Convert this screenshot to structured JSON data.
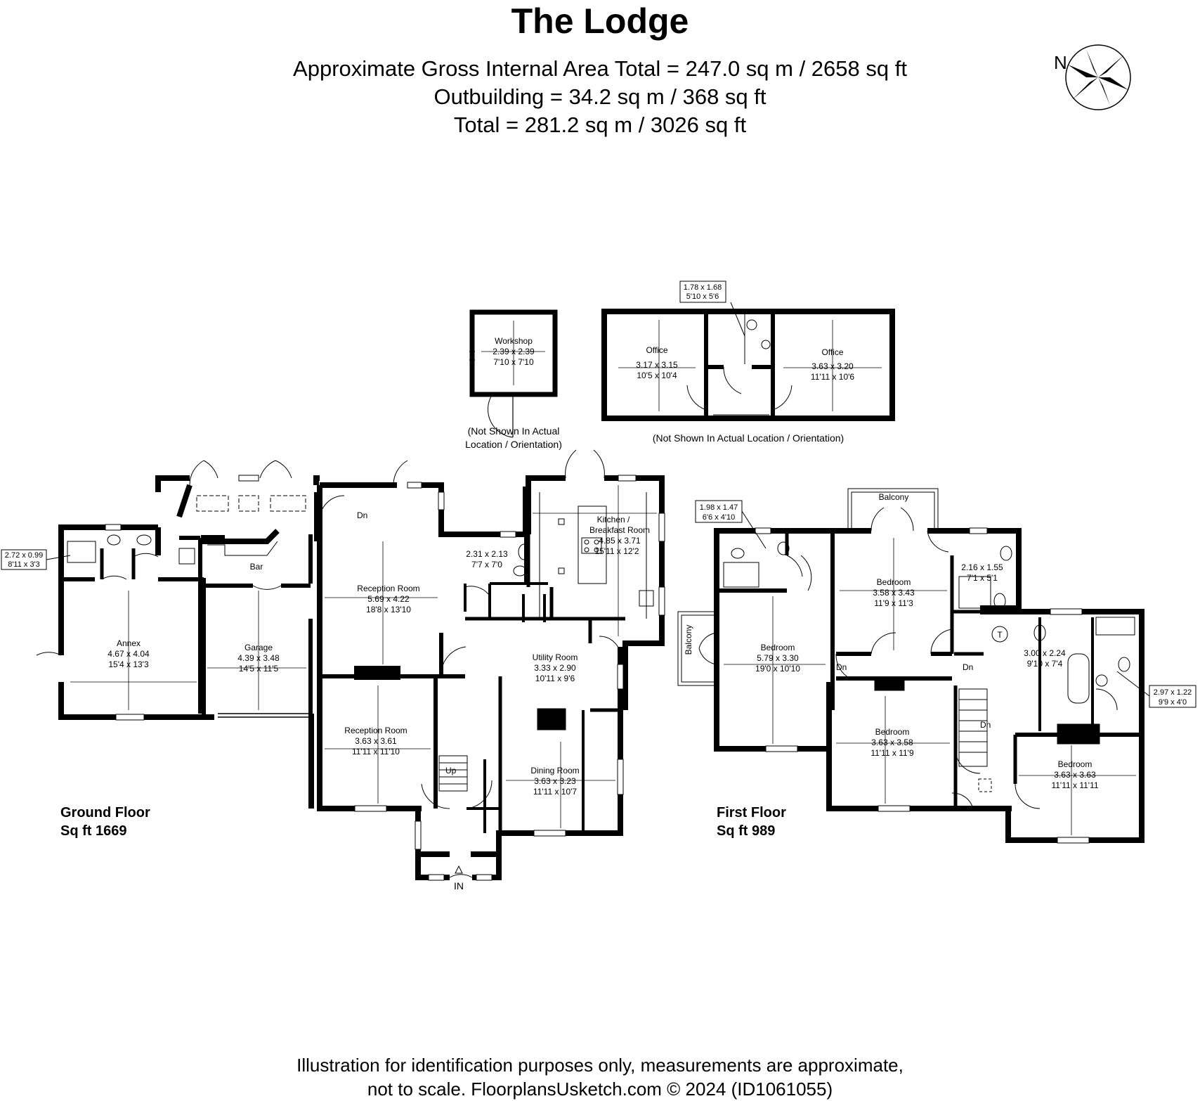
{
  "header": {
    "title": "The Lodge",
    "area_total": "Approximate Gross Internal Area Total = 247.0 sq m / 2658 sq ft",
    "area_outbuilding": "Outbuilding = 34.2 sq m / 368 sq ft",
    "area_grand_total": "Total = 281.2 sq m / 3026 sq ft",
    "north_label": "N"
  },
  "footer": {
    "line1": "Illustration for identification purposes only, measurements are approximate,",
    "line2": "not to scale. FloorplansUsketch.com © 2024 (ID1061055)"
  },
  "floors": {
    "ground": {
      "name": "Ground Floor",
      "sqft": "Sq ft 1669"
    },
    "first": {
      "name": "First Floor",
      "sqft": "Sq ft 989"
    }
  },
  "outbuilding": {
    "note": "(Not Shown In Actual Location / Orientation)",
    "note_a": "(Not Shown In Actual",
    "note_b": "Location / Orientation)",
    "workshop": {
      "name": "Workshop",
      "m": "2.39 x 2.39",
      "ft": "7'10 x 7'10"
    },
    "office_left": {
      "name": "Office",
      "m": "3.17 x 3.15",
      "ft": "10'5 x 10'4"
    },
    "office_right": {
      "name": "Office",
      "m": "3.63 x 3.20",
      "ft": "11'11 x 10'6"
    },
    "wc": {
      "m": "1.78 x 1.68",
      "ft": "5'10 x 5'6"
    }
  },
  "ground_rooms": {
    "annex": {
      "name": "Annex",
      "m": "4.67 x 4.04",
      "ft": "15'4 x 13'3"
    },
    "garage": {
      "name": "Garage",
      "m": "4.39 x 3.48",
      "ft": "14'5 x 11'5"
    },
    "bar": {
      "name": "Bar"
    },
    "reception1": {
      "name": "Reception Room",
      "m": "5.69 x 4.22",
      "ft": "18'8 x 13'10"
    },
    "reception2": {
      "name": "Reception Room",
      "m": "3.63 x 3.61",
      "ft": "11'11 x 11'10"
    },
    "kitchen": {
      "name1": "Kitchen /",
      "name2": "Breakfast Room",
      "m": "4.85 x 3.71",
      "ft": "15'11 x 12'2"
    },
    "utility": {
      "name": "Utility Room",
      "m": "3.33 x 2.90",
      "ft": "10'11 x 9'6"
    },
    "dining": {
      "name": "Dining Room",
      "m": "3.63 x 3.23",
      "ft": "11'11 x 10'7"
    },
    "cloak": {
      "m": "2.31 x 2.13",
      "ft": "7'7 x 7'0"
    },
    "annex_shower": {
      "m": "2.72 x 0.99",
      "ft": "8'11 x 3'3"
    },
    "dn": "Dn",
    "up": "Up",
    "entrance": "IN"
  },
  "first_rooms": {
    "bedroom1": {
      "name": "Bedroom",
      "m": "5.79 x 3.30",
      "ft": "19'0 x 10'10"
    },
    "bedroom2": {
      "name": "Bedroom",
      "m": "3.58 x 3.43",
      "ft": "11'9 x 11'3"
    },
    "bedroom3": {
      "name": "Bedroom",
      "m": "3.63 x 3.58",
      "ft": "11'11 x 11'9"
    },
    "bedroom4": {
      "name": "Bedroom",
      "m": "3.63 x 3.63",
      "ft": "11'11 x 11'11"
    },
    "ensuite1": {
      "m": "1.98 x 1.47",
      "ft": "6'6 x 4'10"
    },
    "ensuite2": {
      "m": "2.16 x 1.55",
      "ft": "7'1 x 5'1"
    },
    "bathroom": {
      "m": "3.00 x 2.24",
      "ft": "9'10 x 7'4"
    },
    "ensuite3": {
      "m": "2.97 x 1.22",
      "ft": "9'9 x 4'0"
    },
    "balcony": "Balcony",
    "dn": "Dn",
    "tank": "T"
  }
}
